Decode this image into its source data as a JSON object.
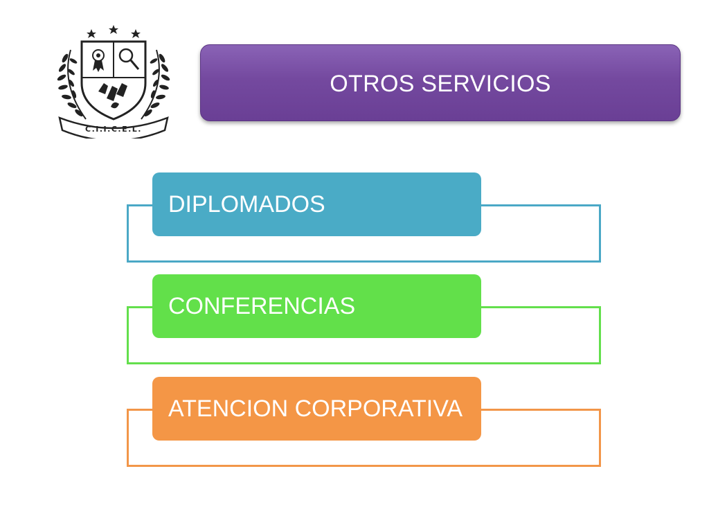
{
  "title": "OTROS SERVICIOS",
  "logo": {
    "text": "C.I.I.C.E.L.",
    "icon": "crest-emblem-icon"
  },
  "items": [
    {
      "label": "DIPLOMADOS",
      "color": "#4aabc6",
      "frame_color": "#4aa8c6"
    },
    {
      "label": "CONFERENCIAS",
      "color": "#62e04a",
      "frame_color": "#63df4c"
    },
    {
      "label": "ATENCION CORPORATIVA",
      "color": "#f49646",
      "frame_color": "#f29649"
    }
  ],
  "colors": {
    "title_banner": "#74499f",
    "background": "#ffffff"
  }
}
